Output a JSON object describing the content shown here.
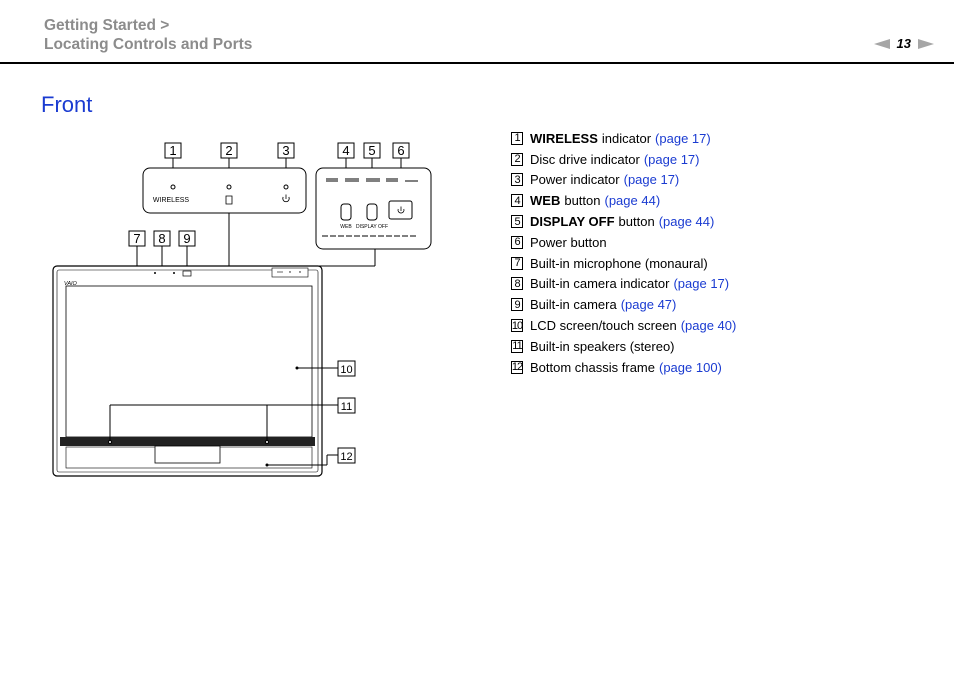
{
  "header": {
    "breadcrumb_line1": "Getting Started >",
    "breadcrumb_line2": "Locating Controls and Ports",
    "page_number": "13"
  },
  "section_title": "Front",
  "figure": {
    "callouts": [
      "1",
      "2",
      "3",
      "4",
      "5",
      "6",
      "7",
      "8",
      "9",
      "10",
      "11",
      "12"
    ],
    "labels": {
      "wireless": "WIRELESS",
      "web": "WEB",
      "display_off": "DISPLAY OFF",
      "brand": "VAIO"
    }
  },
  "legend": [
    {
      "num": "1",
      "bold": "WIRELESS",
      "text": "indicator",
      "link": "(page 17)"
    },
    {
      "num": "2",
      "bold": "",
      "text": "Disc drive indicator",
      "link": "(page 17)"
    },
    {
      "num": "3",
      "bold": "",
      "text": "Power indicator",
      "link": "(page 17)"
    },
    {
      "num": "4",
      "bold": "WEB",
      "text": "button",
      "link": "(page 44)"
    },
    {
      "num": "5",
      "bold": "DISPLAY OFF",
      "text": "button",
      "link": "(page 44)"
    },
    {
      "num": "6",
      "bold": "",
      "text": "Power button",
      "link": ""
    },
    {
      "num": "7",
      "bold": "",
      "text": "Built-in microphone (monaural)",
      "link": ""
    },
    {
      "num": "8",
      "bold": "",
      "text": "Built-in camera indicator",
      "link": "(page 17)"
    },
    {
      "num": "9",
      "bold": "",
      "text": "Built-in camera",
      "link": "(page 47)"
    },
    {
      "num": "10",
      "bold": "",
      "text": "LCD screen/touch screen",
      "link": "(page 40)"
    },
    {
      "num": "11",
      "bold": "",
      "text": "Built-in speakers (stereo)",
      "link": ""
    },
    {
      "num": "12",
      "bold": "",
      "text": "Bottom chassis frame",
      "link": "(page 100)"
    }
  ]
}
